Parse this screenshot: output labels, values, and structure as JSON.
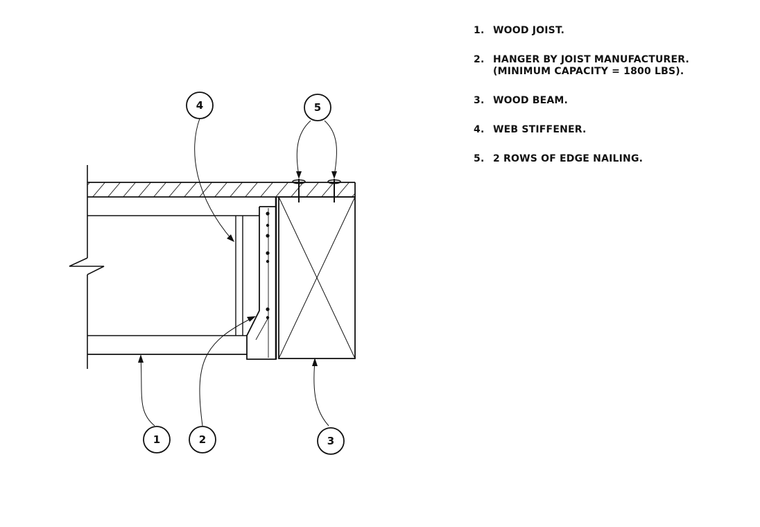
{
  "notes": [
    {
      "number": "1.",
      "lines": [
        "WOOD JOIST."
      ]
    },
    {
      "number": "2.",
      "lines": [
        "HANGER BY JOIST MANUFACTURER.",
        "(MINIMUM CAPACITY = 1800 LBS)."
      ]
    },
    {
      "number": "3.",
      "lines": [
        "WOOD BEAM."
      ]
    },
    {
      "number": "4.",
      "lines": [
        "WEB STIFFENER."
      ]
    },
    {
      "number": "5.",
      "lines": [
        "2 ROWS OF EDGE NAILING."
      ]
    }
  ],
  "callouts": {
    "c1": "1",
    "c2": "2",
    "c3": "3",
    "c4": "4",
    "c5": "5"
  }
}
